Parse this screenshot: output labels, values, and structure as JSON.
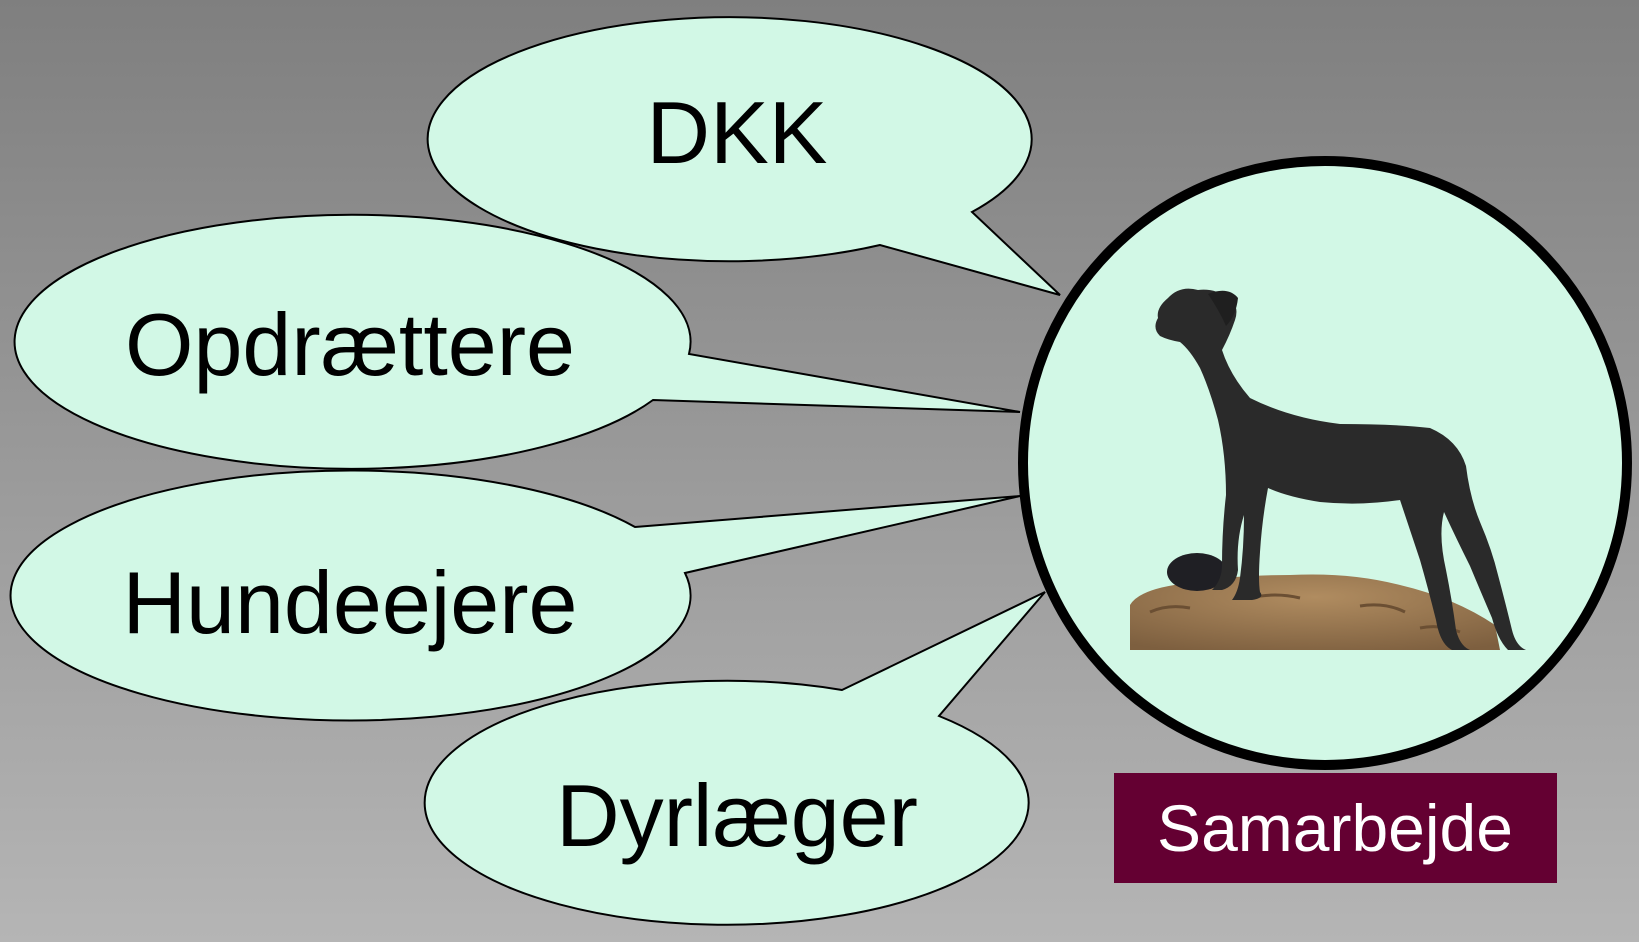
{
  "bubbles": [
    {
      "id": "dkk",
      "label": "DKK"
    },
    {
      "id": "opdraettere",
      "label": "Opdrættere"
    },
    {
      "id": "hundeejere",
      "label": "Hundeejere"
    },
    {
      "id": "dyrlaeger",
      "label": "Dyrlæger"
    }
  ],
  "badge": {
    "label": "Samarbejde"
  },
  "colors": {
    "bubble_fill": "#d2f8e6",
    "badge_fill": "#640032",
    "background_top": "#7f7f7f",
    "background_bottom": "#b5b5b5",
    "outline": "#000000",
    "dog_body": "#2a2a2a",
    "rock": "#9a7a55"
  }
}
